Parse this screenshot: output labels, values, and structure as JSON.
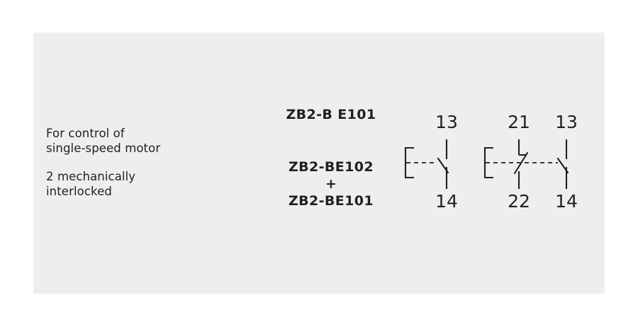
{
  "page": {
    "background_color": "#ffffff",
    "panel_color": "#eeeeee",
    "ink_color": "#231f20"
  },
  "description": {
    "paragraph_1": "For control of\nsingle-speed motor",
    "paragraph_2": "2 mechanically\ninterlocked"
  },
  "references": {
    "group_1": {
      "line_1": "ZB2-B E101"
    },
    "group_2": {
      "line_1": "ZB2-BE102",
      "plus": "+",
      "line_2": "ZB2-BE101"
    }
  },
  "schematics": [
    {
      "name": "single-no-contact",
      "contacts": [
        {
          "type": "NO",
          "top_terminal": "13",
          "bottom_terminal": "14"
        }
      ]
    },
    {
      "name": "nc-plus-no-contact-block",
      "contacts": [
        {
          "type": "NC",
          "top_terminal": "21",
          "bottom_terminal": "22"
        },
        {
          "type": "NO",
          "top_terminal": "13",
          "bottom_terminal": "14"
        }
      ]
    }
  ],
  "terminal_labels": {
    "s1_top": "13",
    "s1_bottom": "14",
    "s2_nc_top": "21",
    "s2_nc_bottom": "22",
    "s2_no_top": "13",
    "s2_no_bottom": "14"
  }
}
